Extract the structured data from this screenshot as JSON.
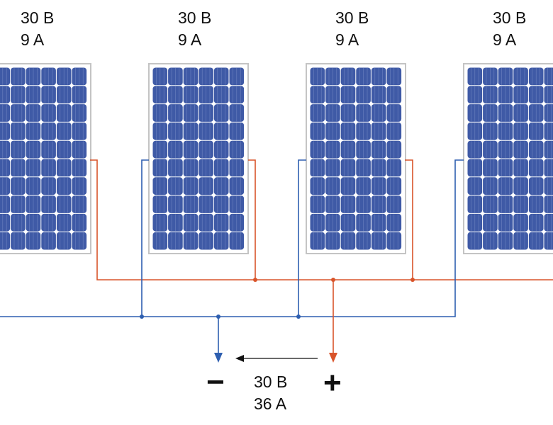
{
  "panels": [
    {
      "voltage": "30 B",
      "current": "9 A"
    },
    {
      "voltage": "30 B",
      "current": "9 A"
    },
    {
      "voltage": "30 B",
      "current": "9 A"
    },
    {
      "voltage": "30 B",
      "current": "9 A"
    }
  ],
  "output": {
    "voltage": "30 B",
    "current": "36 A",
    "minus": "−",
    "plus": "+"
  },
  "colors": {
    "positive": "#d9542a",
    "negative": "#2e5fb0",
    "cell": "#3f5aa6",
    "frame": "#c4c4c4"
  }
}
